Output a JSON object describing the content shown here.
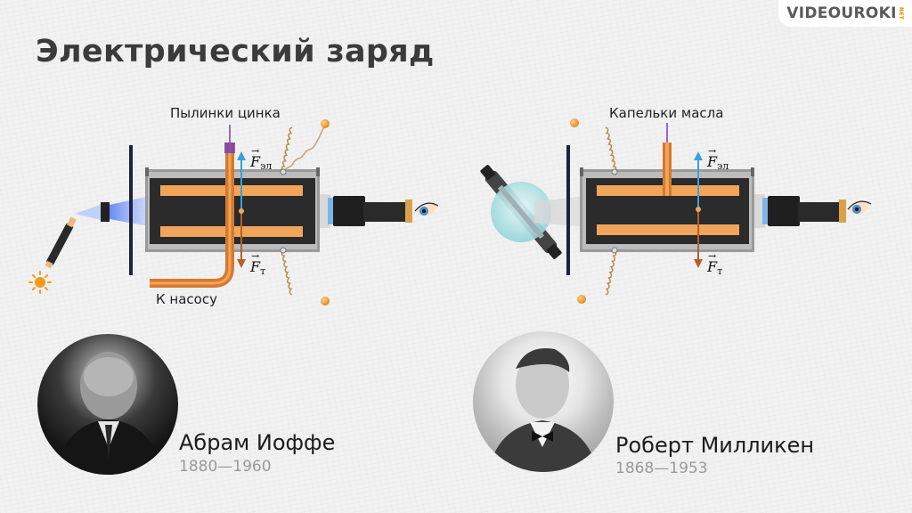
{
  "logo": {
    "text": "VIDEOUROKI",
    "suffix": "NET"
  },
  "title": "Электрический заряд",
  "left_diagram": {
    "top_label": "Пылинки цинка",
    "bottom_label": "К насосу",
    "force_up": {
      "symbol": "F",
      "subscript": "эл"
    },
    "force_down": {
      "symbol": "F",
      "subscript": "т"
    }
  },
  "right_diagram": {
    "top_label": "Капельки масла",
    "force_up": {
      "symbol": "F",
      "subscript": "эл"
    },
    "force_down": {
      "symbol": "F",
      "subscript": "т"
    }
  },
  "person_left": {
    "name": "Абрам Иоффе",
    "years": "1880—1960"
  },
  "person_right": {
    "name": "Роберт Милликен",
    "years": "1868—1953"
  },
  "colors": {
    "plate": "#f0a55a",
    "chamber": "#2b2b2b",
    "frame": "#8f8f8f",
    "force_up": "#3aa0d8",
    "force_down": "#b0622a",
    "tube": "#d47a2e",
    "light": "#4a6fd8"
  }
}
